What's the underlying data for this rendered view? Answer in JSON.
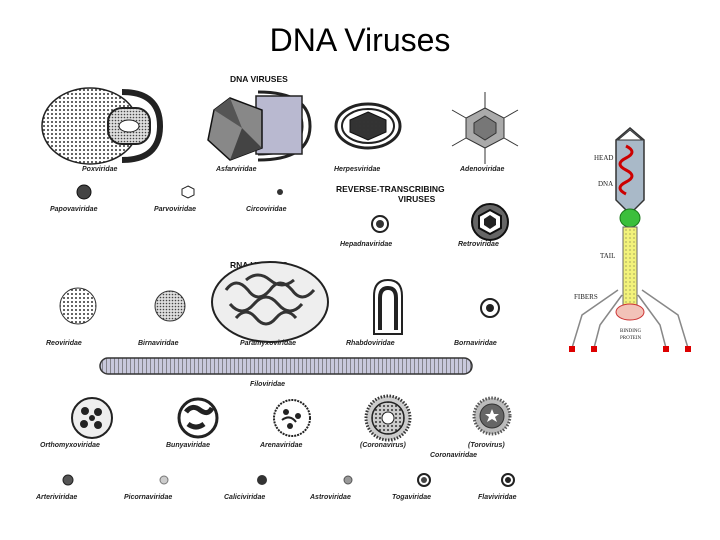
{
  "title": "DNA Viruses",
  "headers": {
    "dna": "DNA VIRUSES",
    "reverse_line1": "REVERSE-TRANSCRIBING",
    "reverse_line2": "VIRUSES",
    "rna": "RNA VIRUSES"
  },
  "labels": {
    "poxviridae": "Poxviridae",
    "asfarviridae": "Asfarviridae",
    "herpesviridae": "Herpesviridae",
    "adenoviridae": "Adenoviridae",
    "papovaviridae": "Papovaviridae",
    "parvoviridae": "Parvoviridae",
    "circoviridae": "Circoviridae",
    "hepadnaviridae": "Hepadnaviridae",
    "retroviridae": "Retroviridae",
    "reoviridae": "Reoviridae",
    "birnaviridae": "Birnaviridae",
    "paramyxoviridae": "Paramyxoviridae",
    "rhabdoviridae": "Rhabdoviridae",
    "bornaviridae": "Bornaviridae",
    "filoviridae": "Filoviridae",
    "orthomyxoviridae": "Orthomyxoviridae",
    "bunyaviridae": "Bunyaviridae",
    "arenaviridae": "Arenaviridae",
    "coronaviruses": "(Coronavirus)",
    "toroviruses": "(Torovirus)",
    "coronaviridae": "Coronaviridae",
    "arteriviridae": "Arteriviridae",
    "picornaviridae": "Picornaviridae",
    "caliciviridae": "Caliciviridae",
    "astroviridae": "Astroviridae",
    "togaviridae": "Togaviridae",
    "flaviviridae": "Flaviviridae"
  },
  "phage": {
    "head": "HEAD",
    "dna": "DNA",
    "tail": "TAIL",
    "fibers": "FIBERS",
    "binding_line1": "BINDING",
    "binding_line2": "PROTEIN"
  }
}
